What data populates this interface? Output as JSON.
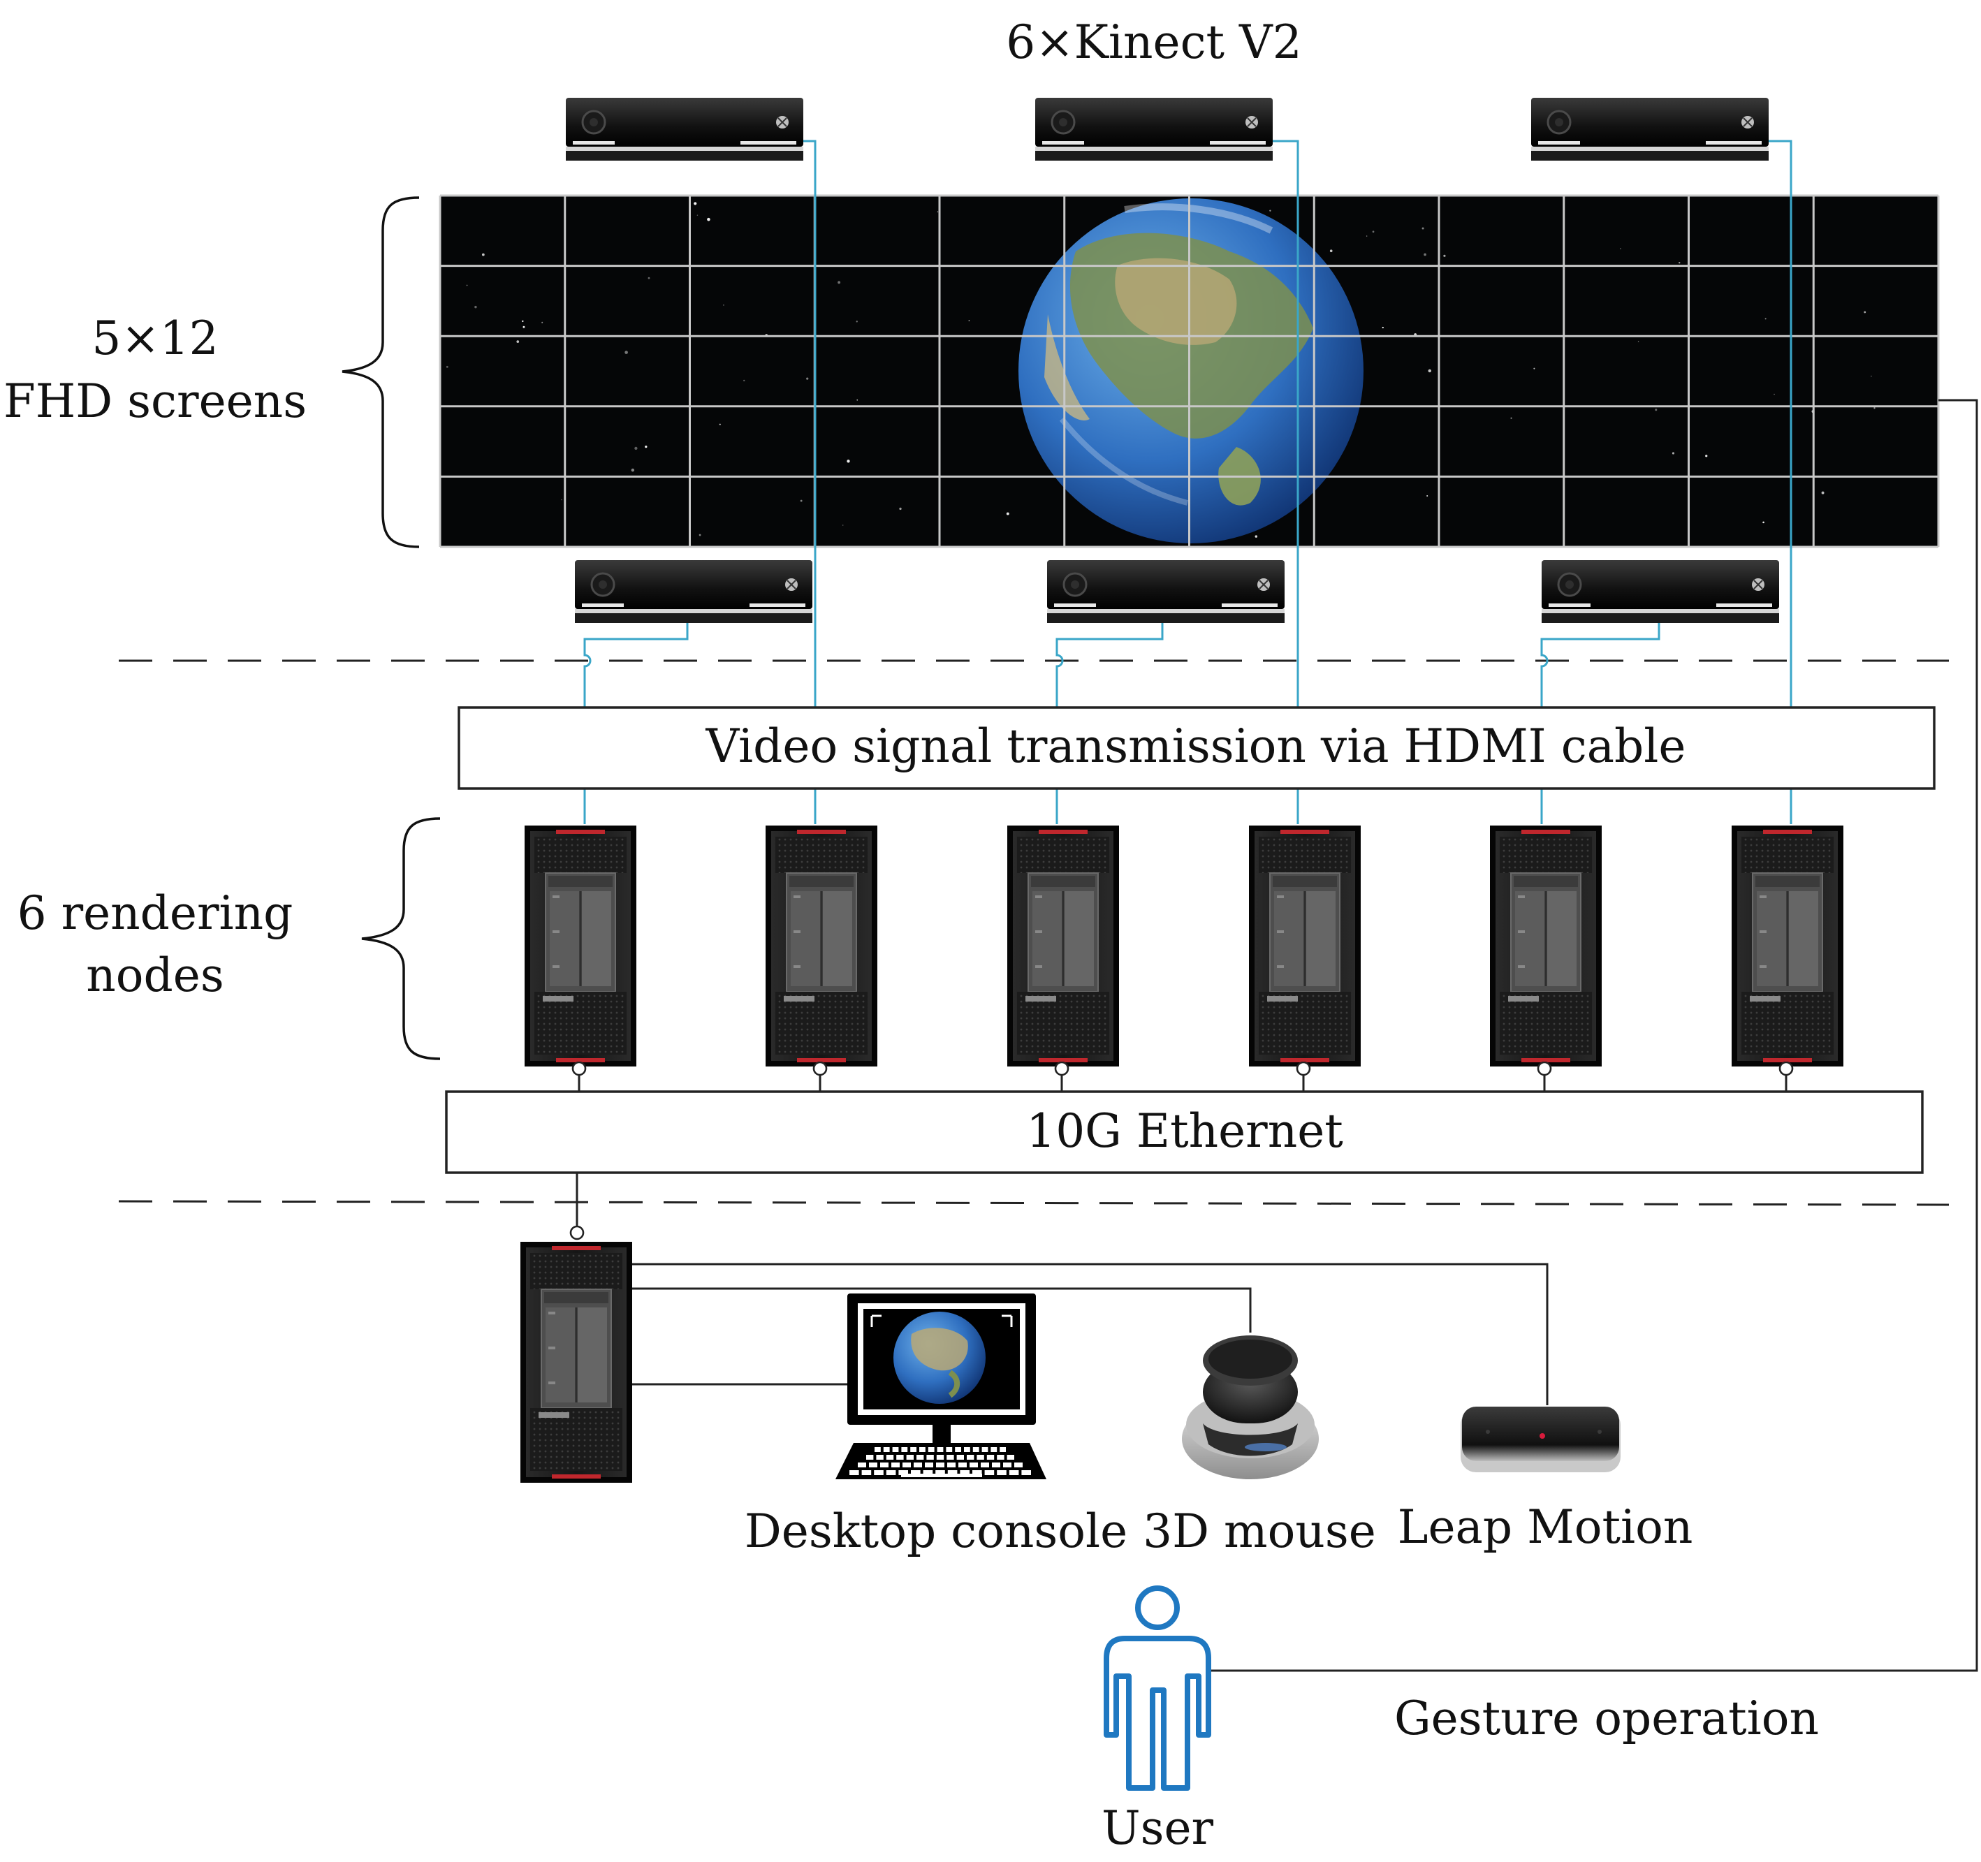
{
  "labels": {
    "kinect": "6×Kinect V2",
    "screens_line1": "5×12",
    "screens_line2": "FHD screens",
    "hdmi_box": "Video signal transmission via HDMI cable",
    "nodes_line1": "6 rendering",
    "nodes_line2": "nodes",
    "ethernet_box": "10G Ethernet",
    "desktop_console": "Desktop console",
    "mouse_3d": "3D mouse",
    "leap_motion": "Leap Motion",
    "gesture_operation": "Gesture operation",
    "user": "User"
  },
  "colors": {
    "cable": "#3aa6c8",
    "user_icon": "#1f78c1",
    "wire": "#222222"
  },
  "icons": {
    "kinect": "kinect-sensor-icon",
    "tower": "workstation-tower-icon",
    "monitor": "desktop-monitor-icon",
    "mouse": "3d-mouse-icon",
    "leap": "leap-motion-icon",
    "user": "user-person-icon",
    "globe": "earth-globe-icon"
  }
}
